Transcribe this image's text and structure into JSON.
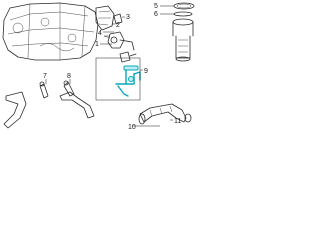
{
  "callouts": [
    "1",
    "2",
    "3",
    "4",
    "5",
    "6",
    "7",
    "8",
    "9",
    "10",
    "11"
  ],
  "colors": {
    "highlight": "#0aa7b5",
    "line": "#2b2b2b",
    "background": "#ffffff"
  }
}
